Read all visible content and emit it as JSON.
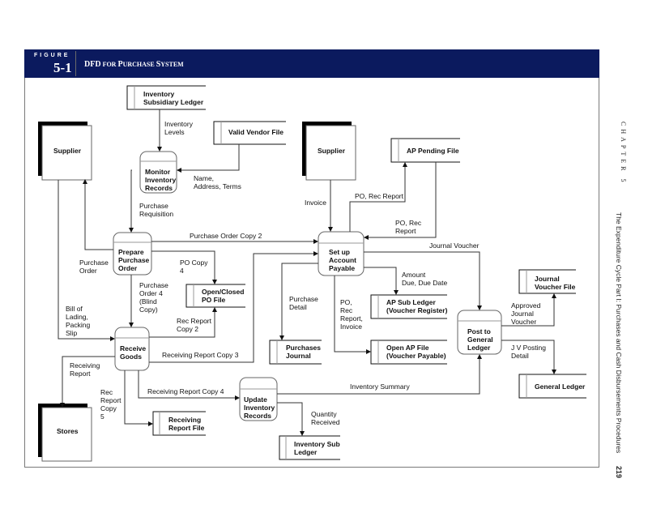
{
  "figure": {
    "label": "FIGURE",
    "number": "5-1",
    "title_big1": "DFD",
    "title_small1": " FOR ",
    "title_big2": "P",
    "title_small2": "URCHASE ",
    "title_big3": "S",
    "title_small3": "YSTEM"
  },
  "sidebar": {
    "chapter": "CHAPTER 5",
    "title": "The Expenditure Cycle Part I: Purchases and Cash Disbursements Procedures",
    "page": "219"
  },
  "entities": {
    "supplier_left": "Supplier",
    "supplier_right": "Supplier",
    "stores": "Stores"
  },
  "processes": {
    "monitor": [
      "Monitor",
      "Inventory",
      "Records"
    ],
    "prepare": [
      "Prepare",
      "Purchase",
      "Order"
    ],
    "setup": [
      "Set up",
      "Account",
      "Payable"
    ],
    "receive": [
      "Receive",
      "Goods"
    ],
    "update": [
      "Update",
      "Inventory",
      "Records"
    ],
    "post": [
      "Post to",
      "General",
      "Ledger"
    ]
  },
  "stores": {
    "inv_sub_ledger": [
      "Inventory",
      "Subsidiary Ledger"
    ],
    "valid_vendor": [
      "Valid Vendor File"
    ],
    "ap_pending": [
      "AP Pending File"
    ],
    "open_closed_po": [
      "Open/Closed",
      "PO File"
    ],
    "ap_sub_ledger": [
      "AP Sub Ledger",
      "(Voucher Register)"
    ],
    "purchases_journal": [
      "Purchases",
      "Journal"
    ],
    "open_ap": [
      "Open AP File",
      "(Voucher Payable)"
    ],
    "journal_voucher_file": [
      "Journal",
      "Voucher File"
    ],
    "general_ledger": [
      "General Ledger"
    ],
    "receiving_report_file": [
      "Receiving",
      "Report File"
    ],
    "inventory_sub_ledger2": [
      "Inventory Sub",
      "Ledger"
    ]
  },
  "flows": {
    "inventory_levels": "Inventory\nLevels",
    "name_address_terms": "Name,\nAddress, Terms",
    "purchase_requisition": "Purchase\nRequisition",
    "purchase_order": "Purchase\nOrder",
    "po_copy_2": "Purchase Order Copy 2",
    "po_copy_4": "PO Copy\n4",
    "po_4_blind": "Purchase\nOrder 4\n(Blind\nCopy)",
    "bill_of_lading": "Bill of\nLading,\nPacking\nSlip",
    "rec_report_copy_2": "Rec Report\nCopy 2",
    "rec_report_copy_3": "Receiving Report Copy 3",
    "receiving_report": "Receiving\nReport",
    "rec_report_copy_5": "Rec\nReport\nCopy\n5",
    "rec_report_copy_4": "Receiving Report Copy 4",
    "invoice": "Invoice",
    "po_rec_report_up": "PO, Rec Report",
    "po_rec_report_back": "PO, Rec\nReport",
    "journal_voucher": "Journal Voucher",
    "amount_due": "Amount\nDue, Due Date",
    "purchase_detail": "Purchase\nDetail",
    "po_rec_invoice": "PO,\nRec\nReport,\nInvoice",
    "approved_jv": "Approved\nJournal\nVoucher",
    "jv_posting": "J V Posting\nDetail",
    "inventory_summary": "Inventory Summary",
    "quantity_received": "Quantity\nReceived"
  }
}
